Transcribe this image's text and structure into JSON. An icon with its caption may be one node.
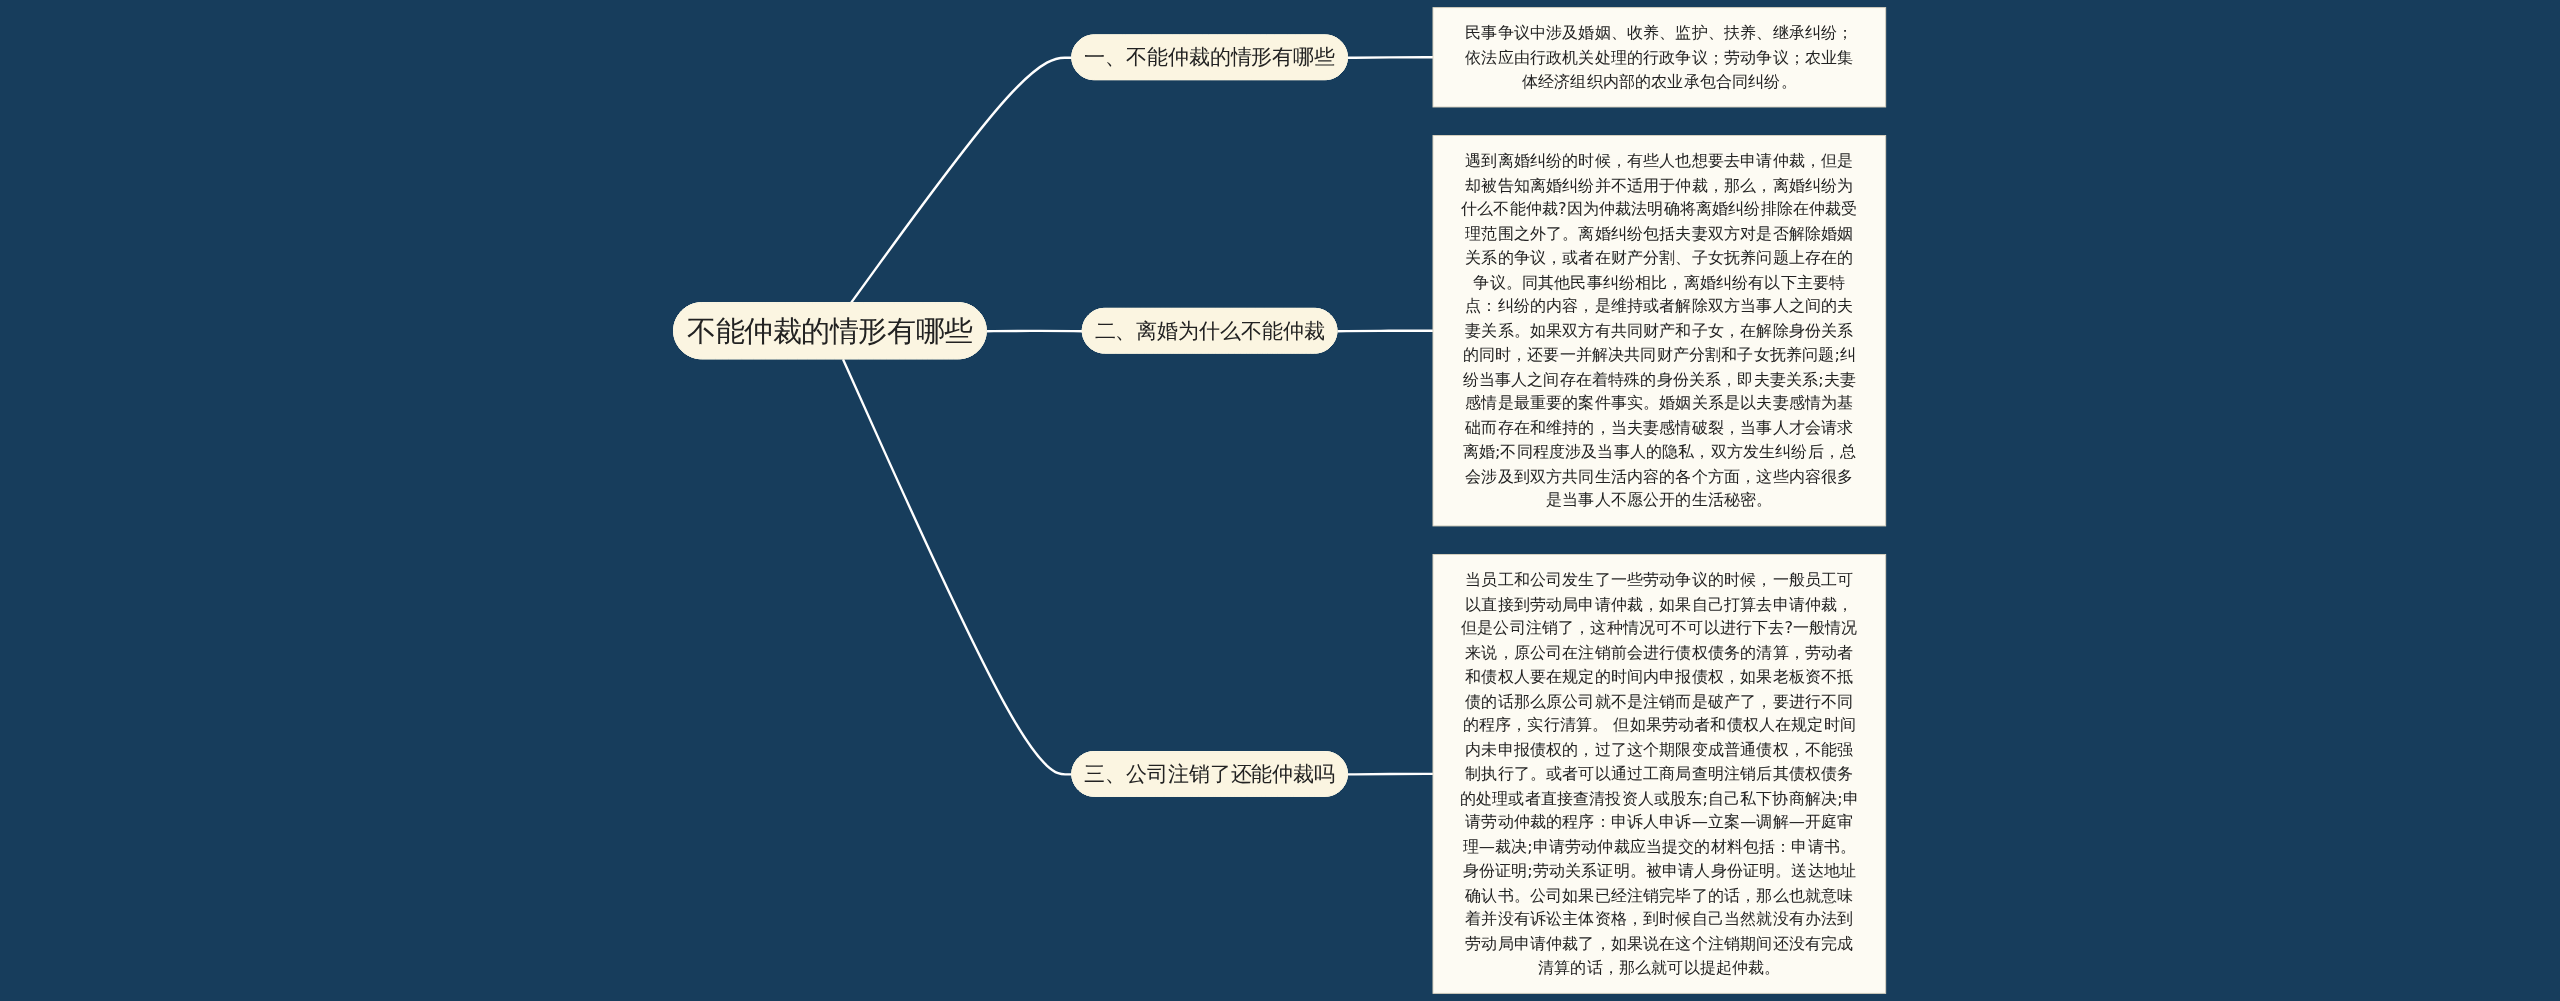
{
  "diagram": {
    "nodes": [
      {
        "text": [
          "不能仲裁的情形有哪些"
        ]
      },
      {
        "text": [
          "一、不能仲裁的情形有哪些"
        ]
      },
      {
        "text": [
          "民事争议中涉及婚姻、收养、监护、扶养、继承纠纷；依法应由行政机关处理的行政争议；劳动争议；农业集体经济组织内部的农业承包合同纠纷。"
        ]
      },
      {
        "text": [
          "二、离婚为什么不能仲裁"
        ]
      },
      {
        "text": [
          "遇到离婚纠纷的时候，有些人也想要去申请仲裁，但是却被告知离婚纠纷并不适用于仲裁，那么，离婚纠纷为什么不能仲裁?因为仲裁法明确将离婚纠纷排除在仲裁受理范围之外了。离婚纠纷包括夫妻双方对是否解除婚姻关系的争议，或者在财产分割、子女抚养问题上存在的争议。同其他民事纠纷相比，离婚纠纷有以下主要特点：纠纷的内容，是维持或者解除双方当事人之间的夫妻关系。如果双方有共同财产和子女，在解除身份关系的同时，还要一并解决共同财产分割和子女抚养问题;纠纷当事人之间存在着特殊的身份关系，即夫妻关系;夫妻感情是最重要的案件事实。婚姻关系是以夫妻感情为基础而存在和维持的，当夫妻感情破裂，当事人才会请求离婚;不同程度涉及当事人的隐私，双方发生纠纷后，总会涉及到双方共同生活内容的各个方面，这些内容很多是当事人不愿公开的生活秘密。"
        ]
      },
      {
        "text": [
          "三、公司注销了还能仲裁吗"
        ]
      },
      {
        "text": [
          "当员工和公司发生了一些劳动争议的时候，一般员工可以直接到劳动局申请仲裁，如果自己打算去申请仲裁，但是公司注销了，这种情况可不可以进行下去?一般情况来说，原公司在注销前会进行债权债务的清算，劳动者和债权人要在规定的时间内申报债权，如果老板资不抵债的话那么原公司就不是注销而是破产了，要进行不同的程序，实行清算。 但如果劳动者和债权人在规定时间内未申报债权的，过了这个期限变成普通债权，不能强制执行了。或者可以通过工商局查明注销后其债权债务的处理或者直接查清投资人或股东;自己私下协商解决;申请劳动仲裁的程序：申诉人申诉—立案—调解—开庭审理—裁决;申请劳动仲裁应当提交的材料包括：申请书。身份证明;劳动关系证明。被申请人身份证明。送达地址确认书。公司如果已经注销完毕了的话，那么也就意味着并没有诉讼主体资格，到时候自己当然就没有办法到劳动局申请仲裁了，如果说在这个注销期间还没有完成清算的话，那么就可以提起仲裁。"
        ]
      }
    ],
    "edges": [
      {
        "from": 0,
        "to": 1,
        "arrow": "none"
      },
      {
        "from": 1,
        "to": 2,
        "arrow": "none"
      },
      {
        "from": 0,
        "to": 3,
        "arrow": "none"
      },
      {
        "from": 3,
        "to": 4,
        "arrow": "none"
      },
      {
        "from": 0,
        "to": 5,
        "arrow": "none"
      },
      {
        "from": 5,
        "to": 6,
        "arrow": "none"
      }
    ]
  }
}
